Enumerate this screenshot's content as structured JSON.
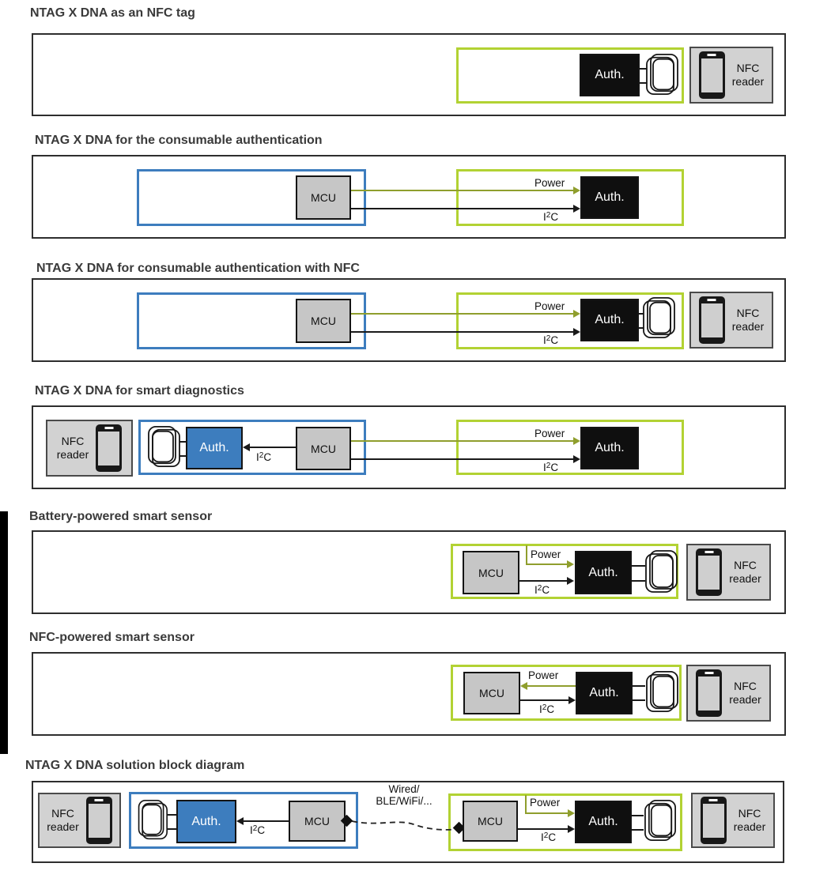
{
  "labels": {
    "mcu": "MCU",
    "auth": "Auth.",
    "power": "Power",
    "i2c_pre": "I",
    "i2c_sup": "2",
    "i2c_post": "C",
    "nfc_line1": "NFC",
    "nfc_line2": "reader",
    "wired_line1": "Wired/",
    "wired_line2": "BLE/WiFi/..."
  },
  "colors": {
    "lime_border": "#b2d233",
    "olive_arrow": "#8f9e2d",
    "blue": "#3d7dbe",
    "chip_black": "#0f0f0f",
    "chip_gray": "#c6c6c6",
    "reader_gray": "#d2d2d2",
    "line_black": "#1a1a1a",
    "title_gray": "#3a3a3a"
  },
  "sections": [
    {
      "title": "NTAG X DNA as an NFC tag"
    },
    {
      "title": "NTAG X DNA for the consumable authentication"
    },
    {
      "title": "NTAG X DNA for consumable authentication with NFC"
    },
    {
      "title": "NTAG X DNA for smart diagnostics"
    },
    {
      "title": "Battery-powered smart sensor"
    },
    {
      "title": "NFC-powered smart sensor"
    },
    {
      "title": "NTAG X DNA solution block diagram"
    }
  ]
}
